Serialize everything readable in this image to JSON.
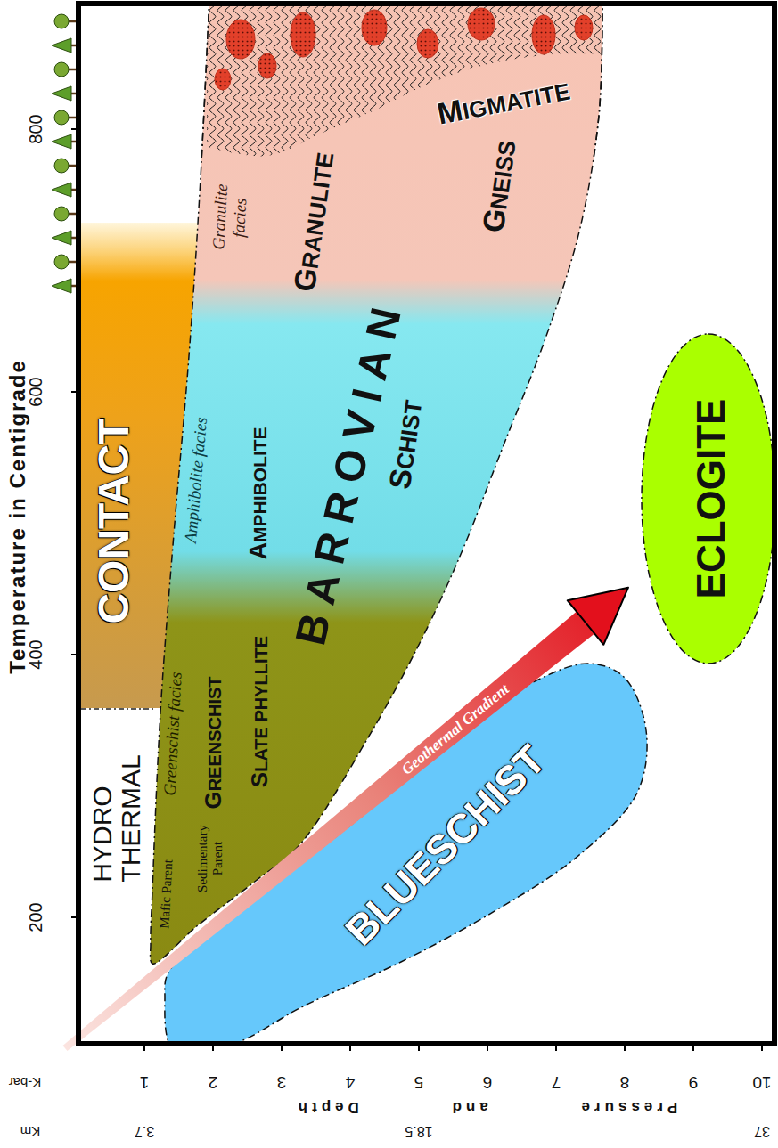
{
  "diagram": {
    "nodes": [
      {
        "text": [
          "CONTACT"
        ]
      },
      {
        "text": [
          "HYDRO THERMAL"
        ]
      },
      {
        "text": [
          "BARROVIAN"
        ]
      },
      {
        "text": [
          "Greenschist facies",
          "Mafic Parent",
          "Sedimentary Parent",
          "GREENSCHIST",
          "SLATE PHYLLITE"
        ],
        "in": 2
      },
      {
        "text": [
          "Amphibolite facies",
          "AMPHIBOLITE",
          "SCHIST"
        ],
        "in": 2
      },
      {
        "text": [
          "Granulite facies",
          "GRANULITE",
          "GNEISS"
        ],
        "in": 2
      },
      {
        "text": [
          "MIGMATITE"
        ],
        "in": 2
      },
      {
        "text": [
          "BLUESCHIST"
        ]
      },
      {
        "text": [
          "ECLOGITE"
        ]
      }
    ],
    "labels": [
      "Temperature in Centigrade",
      "200",
      "400",
      "600",
      "800",
      "K-bar",
      "1",
      "2",
      "3",
      "4",
      "5",
      "6",
      "7",
      "8",
      "9",
      "10",
      "Km",
      "3.7",
      "18.5",
      "37",
      "Pressure and Depth",
      "Geothermal Gradient"
    ]
  }
}
